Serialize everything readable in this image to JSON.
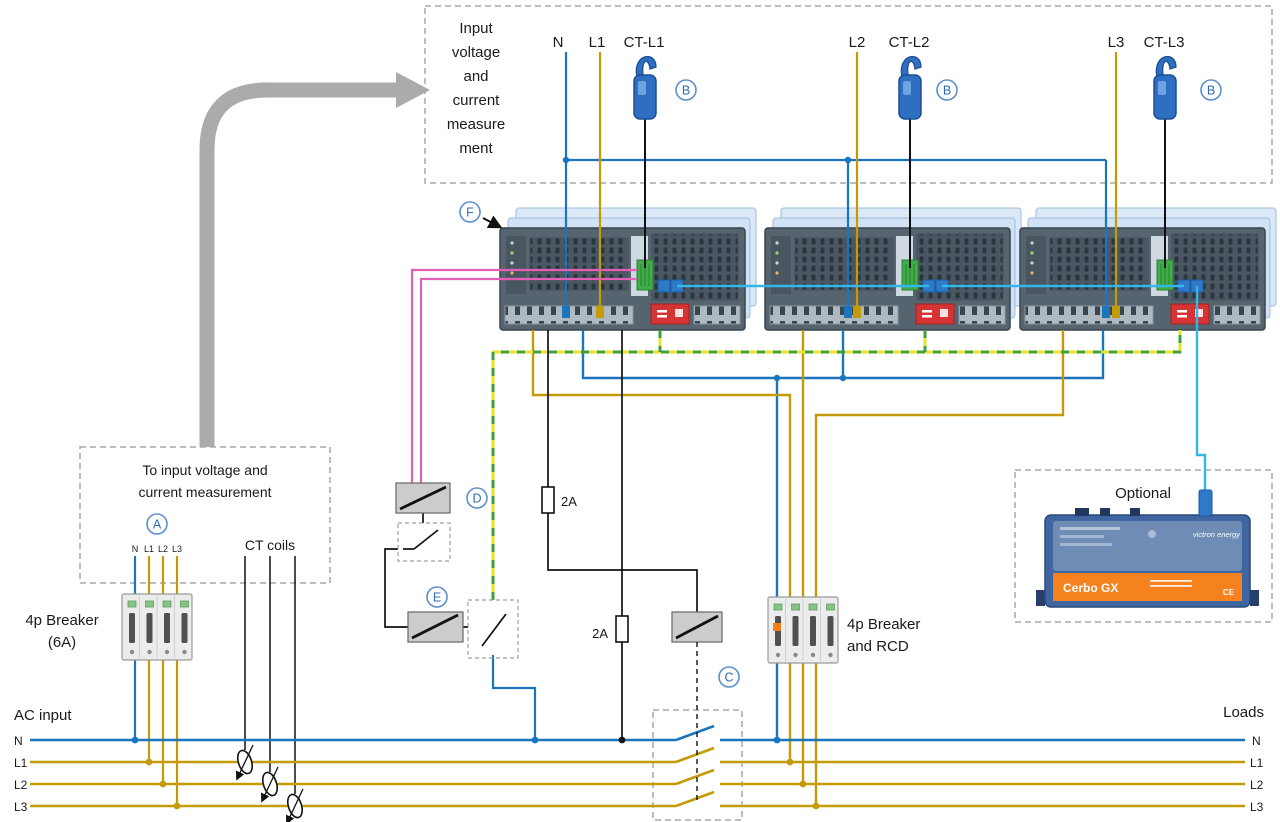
{
  "top_box": {
    "title_lines": [
      "Input",
      "voltage",
      "and",
      "current",
      "measure",
      "ment"
    ],
    "labels": {
      "n": "N",
      "l1": "L1",
      "ct_l1": "CT-L1",
      "l2": "L2",
      "ct_l2": "CT-L2",
      "l3": "L3",
      "ct_l3": "CT-L3"
    }
  },
  "markers": {
    "a": "A",
    "b": "B",
    "c": "C",
    "d": "D",
    "e": "E",
    "f": "F"
  },
  "left_box": {
    "title_line1": "To input voltage and",
    "title_line2": "current measurement",
    "terminals": [
      "N",
      "L1",
      "L2",
      "L3"
    ],
    "ct_coils_label": "CT coils"
  },
  "left_breaker": {
    "label_line1": "4p Breaker",
    "label_line2": "(6A)"
  },
  "right_breaker": {
    "label_line1": "4p Breaker",
    "label_line2": "and RCD"
  },
  "fuses": {
    "fuse1_label": "2A",
    "fuse2_label": "2A"
  },
  "bus": {
    "ac_input_label": "AC input",
    "loads_label": "Loads",
    "left_labels": [
      "N",
      "L1",
      "L2",
      "L3"
    ],
    "right_labels": [
      "N",
      "L1",
      "L2",
      "L3"
    ]
  },
  "optional": {
    "title": "Optional",
    "device_label": "Cerbo GX",
    "brand": "victron energy",
    "ce_mark": "CE"
  },
  "colors": {
    "neutral": "#1b75bc",
    "phase": "#c39b06",
    "earth_yellow": "#e8e32a",
    "earth_green": "#3fa03f",
    "comm": "#35b6e9",
    "signal_pink": "#e45fb4",
    "ct_wire": "#111111",
    "marker": "#2f6db5",
    "cerbo_orange": "#f5821f",
    "clamp_blue": "#2f6fc1"
  }
}
